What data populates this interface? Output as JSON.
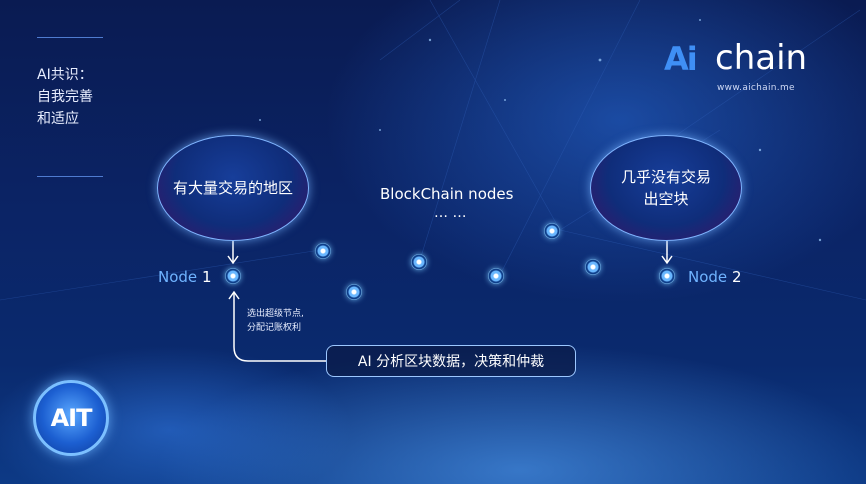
{
  "slide": {
    "side_label_lines": [
      "AI共识：",
      "自我完善",
      "和适应"
    ],
    "logo": {
      "ai": "Ai",
      "chain": "chain",
      "url": "www.aichain.me"
    },
    "bubble_left": "有大量交易的地区",
    "bubble_right_lines": [
      "几乎没有交易",
      "出空块"
    ],
    "center_title": "BlockChain nodes",
    "center_dots": "… …",
    "node1": {
      "word": "Node",
      "num": "1"
    },
    "node2": {
      "word": "Node",
      "num": "2"
    },
    "annotation_lines": [
      "选出超级节点,",
      "分配记账权利"
    ],
    "ai_box": "AI 分析区块数据，决策和仲裁",
    "badge": "AIT"
  },
  "colors": {
    "accent": "#3f8ff5",
    "node_label": "#6fb3ff",
    "bubble_edge": "#c01f5e"
  }
}
